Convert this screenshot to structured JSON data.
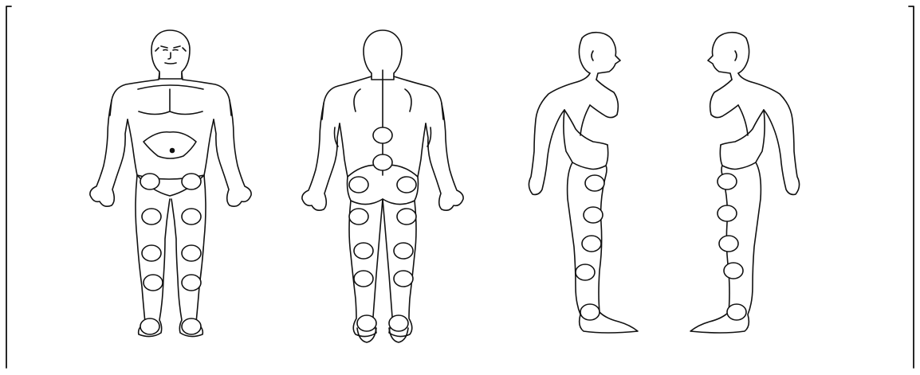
{
  "diagram": {
    "figures": [
      {
        "view": "front",
        "marker_icon": "ellipse-marker",
        "marker_count": 10
      },
      {
        "view": "back",
        "marker_icon": "ellipse-marker",
        "marker_count": 12
      },
      {
        "view": "right-side",
        "marker_icon": "ellipse-marker",
        "marker_count": 5
      },
      {
        "view": "left-side",
        "marker_icon": "ellipse-marker",
        "marker_count": 5
      }
    ],
    "colors": {
      "stroke": "#111111",
      "marker_fill": "#ffffff",
      "background": "#ffffff"
    }
  }
}
